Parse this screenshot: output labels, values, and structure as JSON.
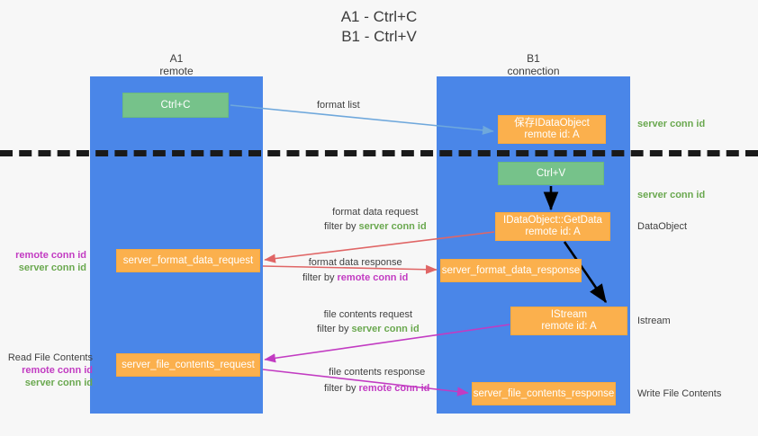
{
  "title": {
    "line1": "A1 - Ctrl+C",
    "line2": "B1 - Ctrl+V"
  },
  "lanes": [
    {
      "name": "A1",
      "sub": "remote",
      "color": "#4a86e8"
    },
    {
      "name": "B1",
      "sub": "connection",
      "color": "#4a86e8"
    }
  ],
  "colors": {
    "lane": "#4a86e8",
    "green_box": "#76c28a",
    "orange_box": "#fbb04d",
    "green_text": "#6aa84f",
    "magenta_text": "#c23bc2",
    "arrow_blue": "#6fa8dc",
    "arrow_red": "#e06666",
    "arrow_magenta": "#c23bc2",
    "arrow_black": "#000000",
    "divider": "#1a1a1a",
    "background": "#f7f7f7"
  },
  "boxes": {
    "ctrl_c": {
      "line1": "Ctrl+C"
    },
    "store_idataobject": {
      "line1": "保存IDataObject",
      "line2": "remote id: A"
    },
    "ctrl_v": {
      "line1": "Ctrl+V"
    },
    "getdata": {
      "line1": "IDataObject::GetData",
      "line2": "remote id: A"
    },
    "istream": {
      "line1": "IStream",
      "line2": "remote id: A"
    },
    "server_format_data_request": {
      "line1": "server_format_data_request"
    },
    "server_format_data_response": {
      "line1": "server_format_data_response"
    },
    "server_file_contents_request": {
      "line1": "server_file_contents_request"
    },
    "server_file_contents_response": {
      "line1": "server_file_contents_response"
    }
  },
  "arrow_labels": {
    "format_list": "format list",
    "format_data_request": {
      "line1": "format data request",
      "filter_prefix": "filter by ",
      "filter_value": "server conn id"
    },
    "format_data_response": {
      "line1": "format data response",
      "filter_prefix": "filter by ",
      "filter_value": "remote conn id"
    },
    "file_contents_request": {
      "line1": "file contents request",
      "filter_prefix": "filter by ",
      "filter_value": "server conn id"
    },
    "file_contents_response": {
      "line1": "file contents response",
      "filter_prefix": "filter by ",
      "filter_value": "remote conn id"
    }
  },
  "right_labels": {
    "server_conn_id_top": "server conn id",
    "server_conn_id_mid": "server conn id",
    "dataobject": "DataObject",
    "istream": "Istream",
    "write_file_contents": "Write File Contents"
  },
  "left_labels": {
    "group1": {
      "remote": "remote conn id",
      "server": "server conn id"
    },
    "group2": {
      "read": "Read File Contents",
      "remote": "remote conn id",
      "server": "server conn id"
    }
  }
}
